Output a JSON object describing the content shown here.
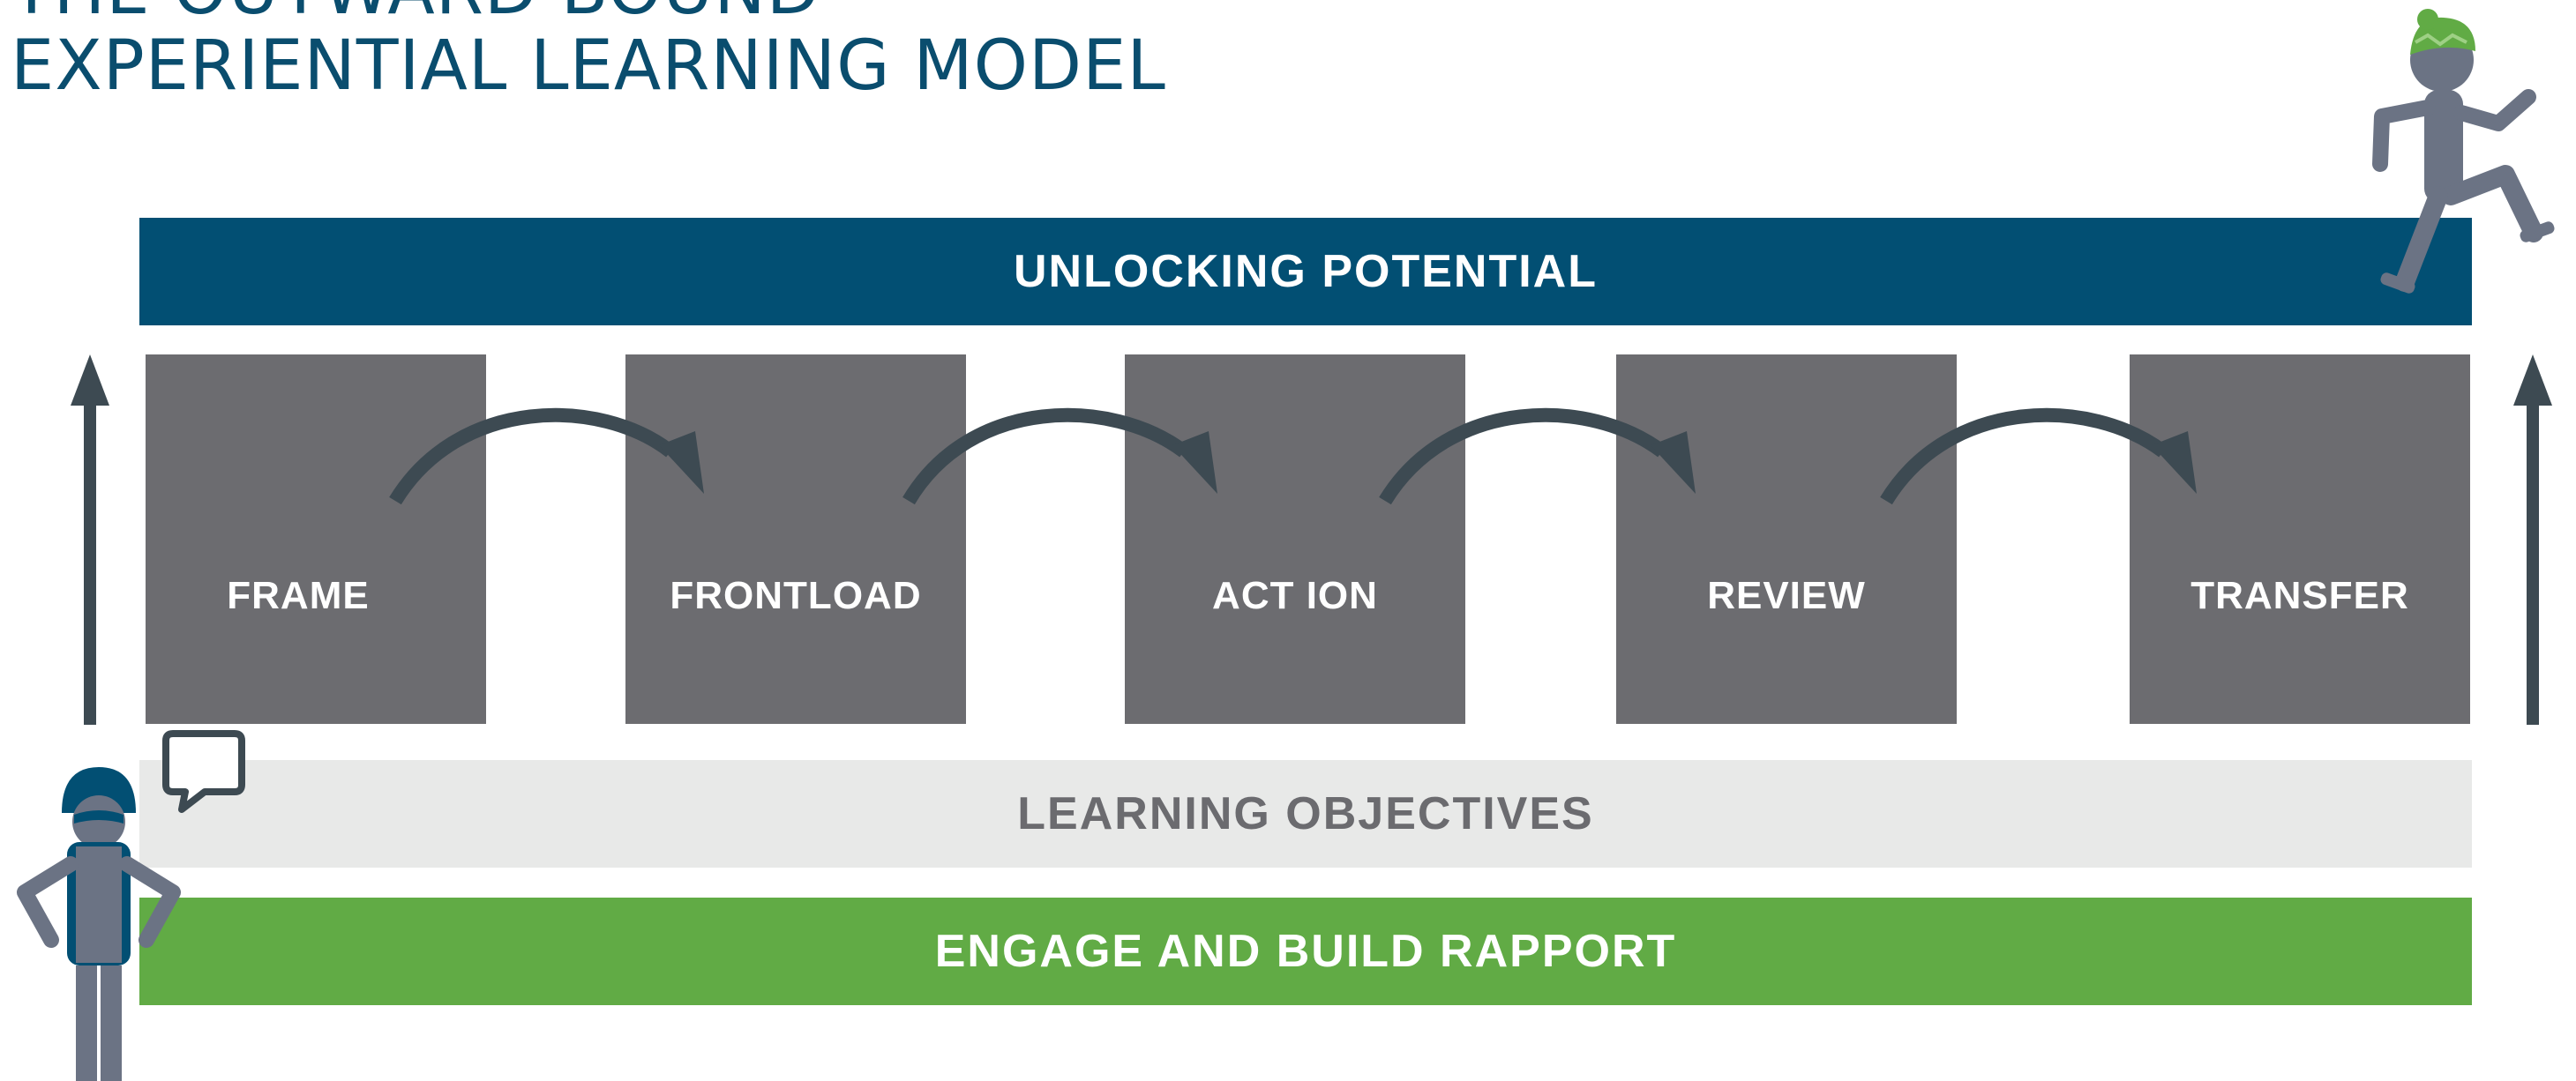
{
  "title": {
    "line1": "THE OUTWARD BOUND",
    "line2": "EXPERIENTIAL LEARNING MODEL"
  },
  "bands": {
    "top": "UNLOCKING  POTENTIAL",
    "middle": "LEARNING  OBJECTIVES",
    "bottom": "ENGAGE AND  BUILD RAPPORT"
  },
  "steps": [
    "FRAME",
    "FRONTLOAD",
    "ACT ION",
    "REVIEW",
    "TRANSFER"
  ],
  "colors": {
    "title": "#0a4d6e",
    "band_top": "#024f73",
    "band_middle": "#e8e9e8",
    "band_bottom": "#61ab45",
    "step_box": "#6c6c70",
    "arrow": "#3d4a52"
  },
  "icons": [
    "up-arrow-icon",
    "curved-arrow-icon",
    "speech-bubble-icon",
    "instructor-figure-icon",
    "running-figure-icon"
  ]
}
